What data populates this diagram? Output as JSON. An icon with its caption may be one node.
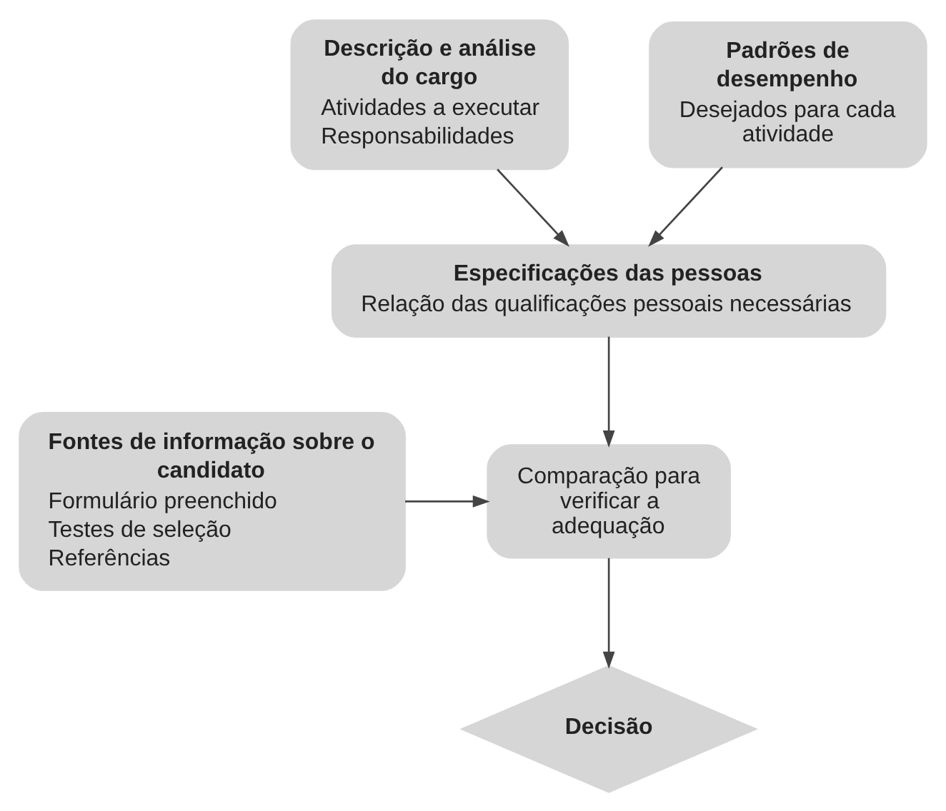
{
  "diagram": {
    "nodes": [
      {
        "text": [
          "Descrição e análise do cargo",
          "Atividades a executar",
          "Responsabilidades"
        ]
      },
      {
        "text": [
          "Padrões de desempenho",
          "Desejados para cada atividade"
        ]
      },
      {
        "text": [
          "Especificações das pessoas",
          "Relação das qualificações pessoais necessárias"
        ]
      },
      {
        "text": [
          "Comparação para verificar a adequação"
        ]
      },
      {
        "text": [
          "Fontes de informação sobre o candidato",
          "Formulário preenchido",
          "Testes de seleção",
          "Referências"
        ]
      },
      {
        "text": [
          "Decisão"
        ]
      }
    ],
    "edges": [
      {
        "from": 0,
        "to": 2,
        "arrow": "to"
      },
      {
        "from": 1,
        "to": 2,
        "arrow": "to"
      },
      {
        "from": 2,
        "to": 3,
        "arrow": "to"
      },
      {
        "from": 4,
        "to": 3,
        "arrow": "to"
      },
      {
        "from": 3,
        "to": 5,
        "arrow": "to"
      }
    ]
  }
}
